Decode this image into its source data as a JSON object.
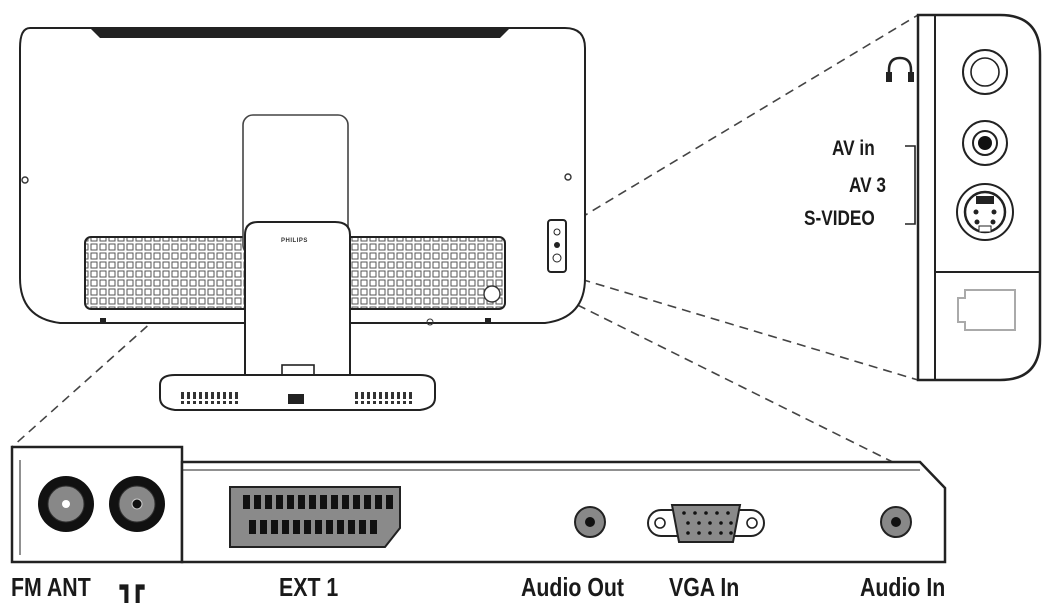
{
  "brand": "PHILIPS",
  "side_panel": {
    "headphone_icon": "headphone-icon",
    "av_in_label": "AV in",
    "av3_label": "AV 3",
    "svideo_label": "S-VIDEO"
  },
  "bottom_panel": {
    "fm_ant_label": "FM ANT",
    "antenna_symbol": "┓┏",
    "ext1_label": "EXT 1",
    "audio_out_label": "Audio Out",
    "vga_in_label": "VGA In",
    "audio_in_label": "Audio In"
  }
}
